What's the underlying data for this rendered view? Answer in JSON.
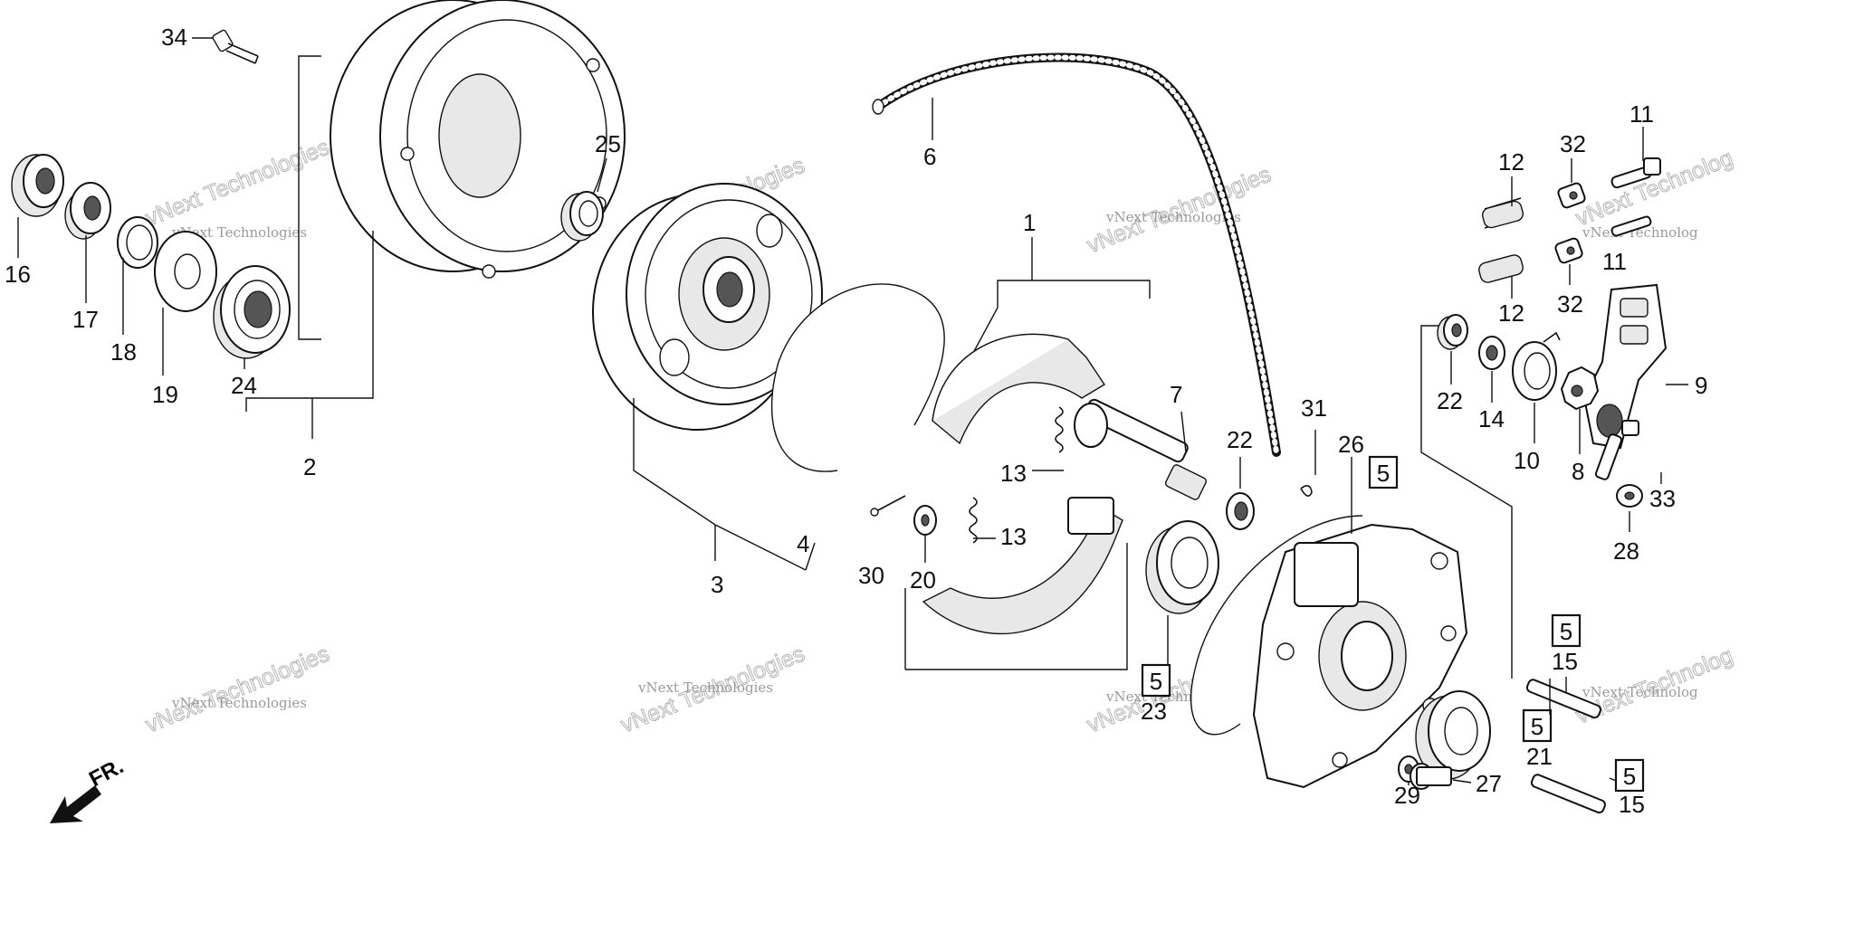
{
  "diagram": {
    "watermark_text": "vNext Technologies",
    "watermark_short": "vNext Technolog",
    "direction_label": "FR.",
    "ref_box_label": "5",
    "callouts": [
      {
        "id": "c1",
        "text": "1"
      },
      {
        "id": "c2",
        "text": "2"
      },
      {
        "id": "c3",
        "text": "3"
      },
      {
        "id": "c4",
        "text": "4"
      },
      {
        "id": "c6",
        "text": "6"
      },
      {
        "id": "c7",
        "text": "7"
      },
      {
        "id": "c8",
        "text": "8"
      },
      {
        "id": "c9",
        "text": "9"
      },
      {
        "id": "c10",
        "text": "10"
      },
      {
        "id": "c11a",
        "text": "11"
      },
      {
        "id": "c11b",
        "text": "11"
      },
      {
        "id": "c12a",
        "text": "12"
      },
      {
        "id": "c12b",
        "text": "12"
      },
      {
        "id": "c13a",
        "text": "13"
      },
      {
        "id": "c13b",
        "text": "13"
      },
      {
        "id": "c14",
        "text": "14"
      },
      {
        "id": "c15a",
        "text": "15"
      },
      {
        "id": "c15b",
        "text": "15"
      },
      {
        "id": "c16",
        "text": "16"
      },
      {
        "id": "c17",
        "text": "17"
      },
      {
        "id": "c18",
        "text": "18"
      },
      {
        "id": "c19",
        "text": "19"
      },
      {
        "id": "c20",
        "text": "20"
      },
      {
        "id": "c21",
        "text": "21"
      },
      {
        "id": "c22a",
        "text": "22"
      },
      {
        "id": "c22b",
        "text": "22"
      },
      {
        "id": "c23",
        "text": "23"
      },
      {
        "id": "c24",
        "text": "24"
      },
      {
        "id": "c25",
        "text": "25"
      },
      {
        "id": "c26",
        "text": "26"
      },
      {
        "id": "c27",
        "text": "27"
      },
      {
        "id": "c28",
        "text": "28"
      },
      {
        "id": "c29",
        "text": "29"
      },
      {
        "id": "c30",
        "text": "30"
      },
      {
        "id": "c31",
        "text": "31"
      },
      {
        "id": "c32a",
        "text": "32"
      },
      {
        "id": "c32b",
        "text": "32"
      },
      {
        "id": "c33",
        "text": "33"
      },
      {
        "id": "c34",
        "text": "34"
      }
    ]
  }
}
